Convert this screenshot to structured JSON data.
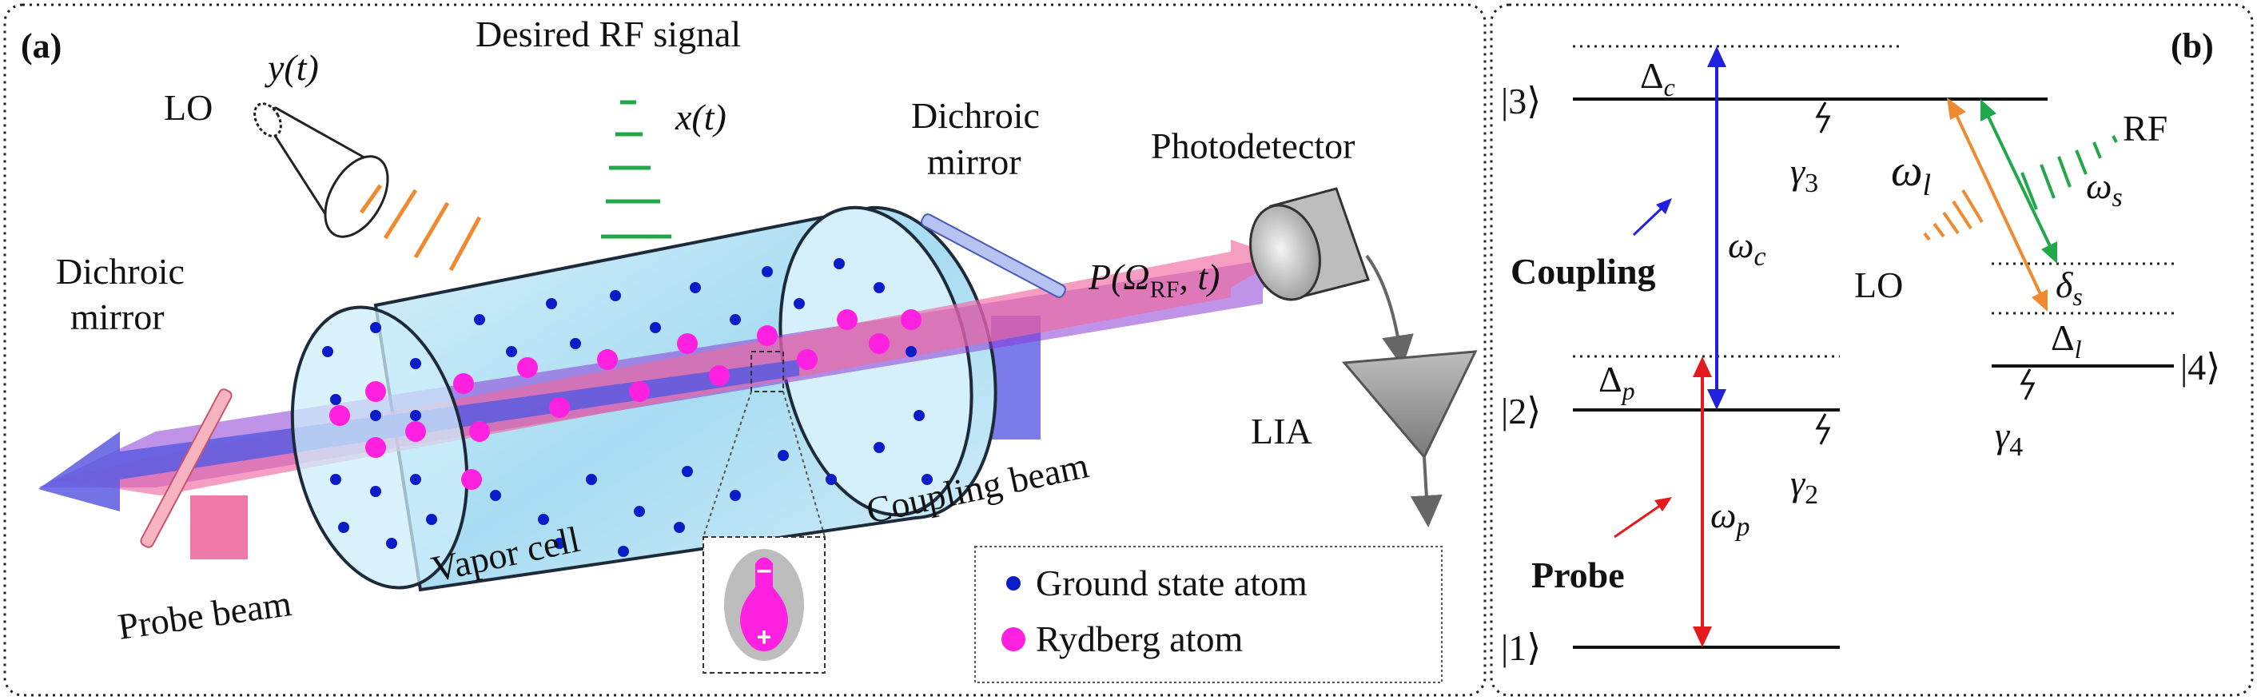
{
  "panel_a": {
    "tag": "(a)",
    "lo_label": "LO",
    "lo_signal": "y(t)",
    "rf_title": "Desired RF signal",
    "rf_signal": "x(t)",
    "dichroic_left_1": "Dichroic",
    "dichroic_left_2": "mirror",
    "dichroic_right_1": "Dichroic",
    "dichroic_right_2": "mirror",
    "photodetector": "Photodetector",
    "power_expr_main": "P(Ω",
    "power_expr_sub": "RF",
    "power_expr_tail": ", t)",
    "lia": "LIA",
    "coupling_beam": "Coupling beam",
    "probe_beam": "Probe beam",
    "vapor_cell": "Vapor cell",
    "legend": {
      "ground": "Ground state atom",
      "rydberg": "Rydberg atom"
    },
    "inset_minus": "−",
    "inset_plus": "+"
  },
  "panel_b": {
    "tag": "(b)",
    "state_1": "|1⟩",
    "state_2": "|2⟩",
    "state_3": "|3⟩",
    "state_4": "|4⟩",
    "delta_c": "Δ",
    "delta_c_sub": "c",
    "delta_p": "Δ",
    "delta_p_sub": "p",
    "delta_l": "Δ",
    "delta_l_sub": "l",
    "delta_s": "δ",
    "delta_s_sub": "s",
    "gamma_3": "γ",
    "gamma_3_sub": "3",
    "gamma_2": "γ",
    "gamma_2_sub": "2",
    "gamma_4": "γ",
    "gamma_4_sub": "4",
    "omega_c": "ω",
    "omega_c_sub": "c",
    "omega_p": "ω",
    "omega_p_sub": "p",
    "omega_l": "ω",
    "omega_l_sub": "l",
    "omega_s": "ω",
    "omega_s_sub": "s",
    "coupling": "Coupling",
    "probe": "Probe",
    "lo": "LO",
    "rf": "RF"
  },
  "colors": {
    "coupling_blue": "#2020e0",
    "probe_red": "#e41a1c",
    "lo_orange": "#f08a30",
    "rf_green": "#22a84a",
    "rydberg_magenta": "#ff20e0",
    "ground_blue": "#0a1cc8",
    "cell_fill": "#bfe6f7",
    "probe_beam_pink": "#f06aa0",
    "coupling_beam_blue": "#6d6de8"
  }
}
